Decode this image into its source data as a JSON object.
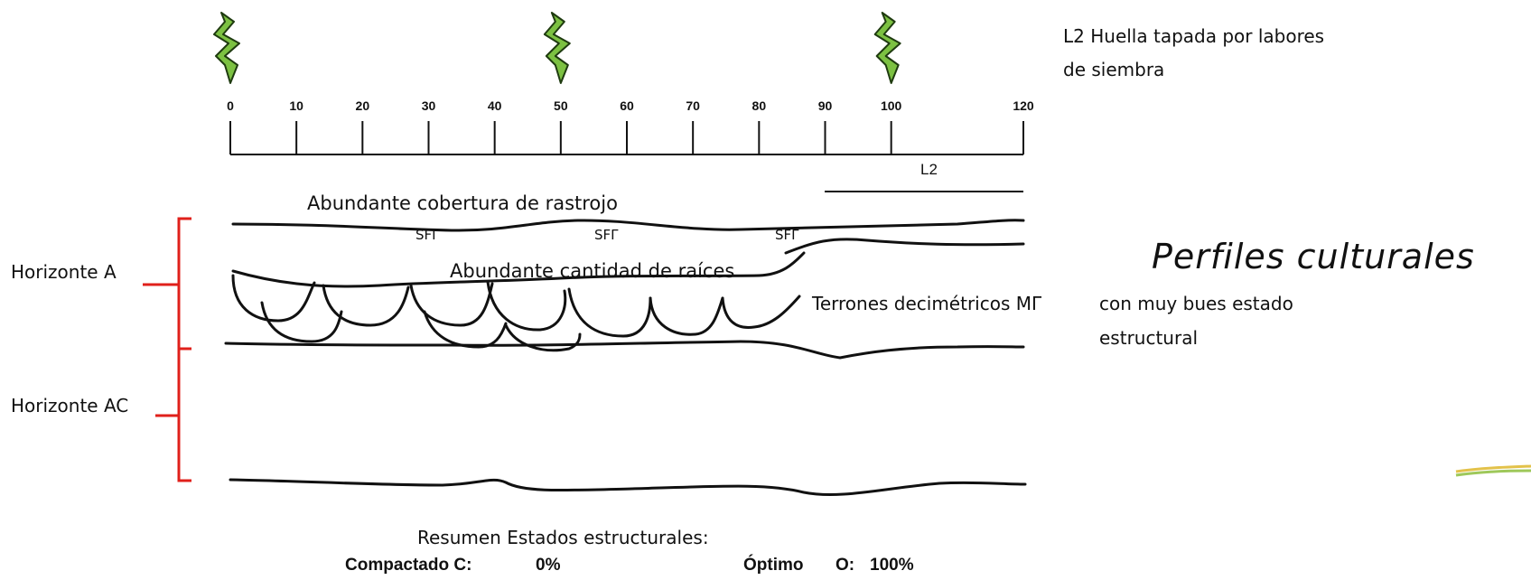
{
  "ruler": {
    "ticks": [
      "0",
      "10",
      "20",
      "30",
      "40",
      "50",
      "60",
      "70",
      "80",
      "90",
      "100",
      "120"
    ],
    "lane_label": "L2"
  },
  "plants": {
    "count": 3,
    "color": "#7cc142",
    "positions_cm": [
      0,
      50,
      100
    ]
  },
  "legend": {
    "line1": "L2 Huella tapada por labores",
    "line2": "de siembra"
  },
  "title": "Perfiles culturales",
  "labels": {
    "cover": "Abundante cobertura de rastrojo",
    "sfi": [
      "SFΓ",
      "SFΓ",
      "SFΓ"
    ],
    "roots": "Abundante cantidad de raíces",
    "clods_a": "Terrones decimétricos MΓ",
    "clods_b": "con muy bues estado",
    "clods_c": "estructural",
    "horizon_a": "Horizonte A",
    "horizon_ac": "Horizonte AC"
  },
  "summary": {
    "heading": "Resumen Estados estructurales:",
    "compact_label": "Compactado  C:",
    "compact_value": "0%",
    "optimal_label": "Óptimo",
    "optimal_key": "O:",
    "optimal_value": "100%"
  },
  "colors": {
    "bracket": "#e0201b",
    "plant": "#7cc142",
    "lines": "#111111"
  }
}
